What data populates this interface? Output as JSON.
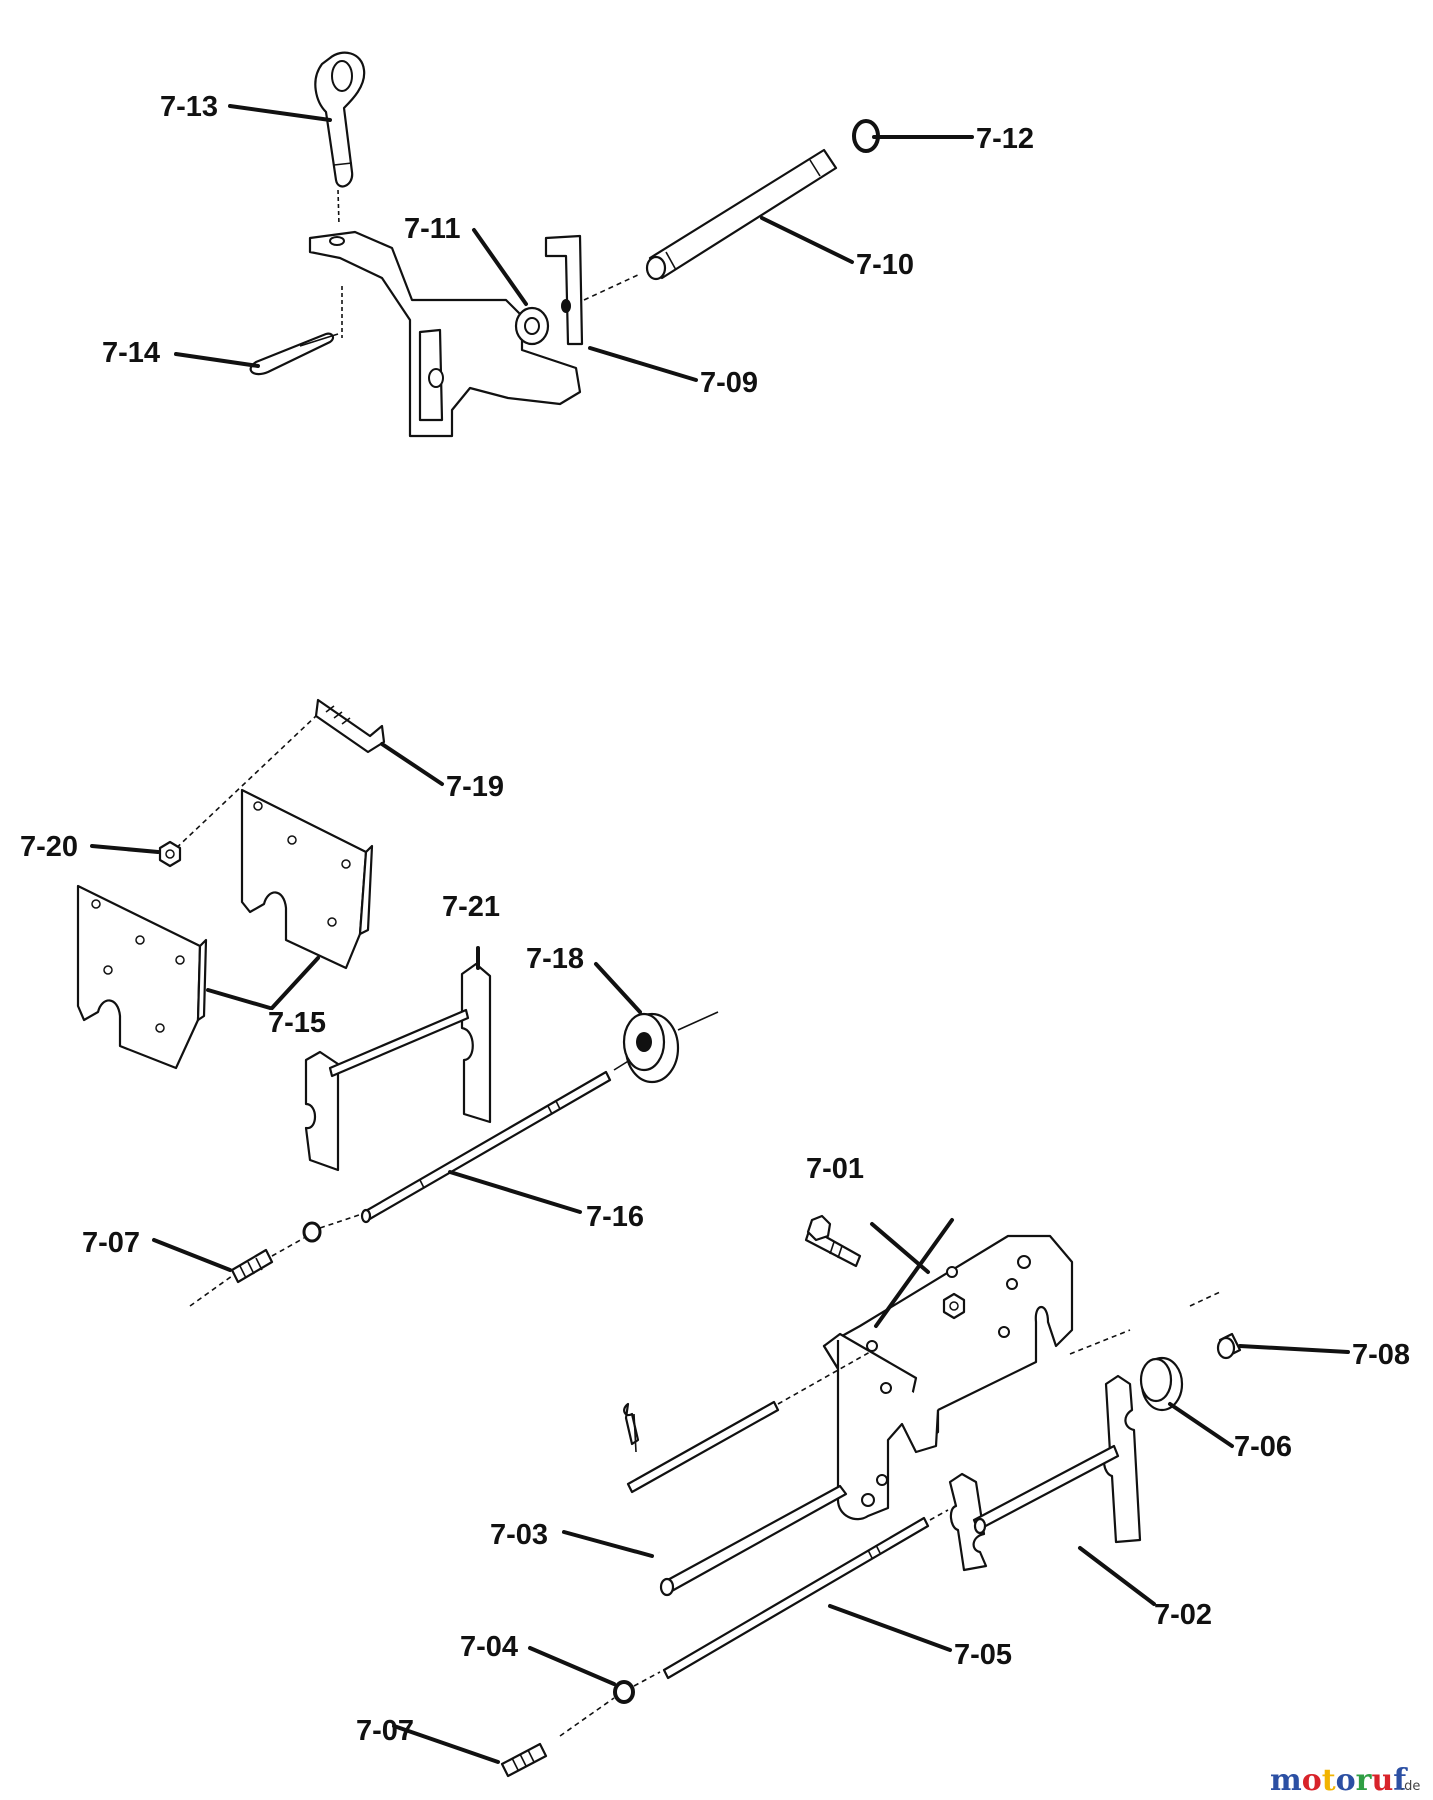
{
  "labels": {
    "p7_13": "7-13",
    "p7_12": "7-12",
    "p7_11": "7-11",
    "p7_10": "7-10",
    "p7_14": "7-14",
    "p7_09": "7-09",
    "p7_19": "7-19",
    "p7_20": "7-20",
    "p7_21": "7-21",
    "p7_18": "7-18",
    "p7_15": "7-15",
    "p7_16": "7-16",
    "p7_07a": "7-07",
    "p7_01": "7-01",
    "p7_08": "7-08",
    "p7_06": "7-06",
    "p7_03": "7-03",
    "p7_02": "7-02",
    "p7_04": "7-04",
    "p7_05": "7-05",
    "p7_07b": "7-07"
  },
  "watermark": {
    "letters": [
      "m",
      "o",
      "t",
      "o",
      "r",
      "u",
      "f"
    ],
    "colors": [
      "#2b4fa3",
      "#d8232a",
      "#f2b400",
      "#2b4fa3",
      "#2f9e44",
      "#d8232a",
      "#2b4fa3"
    ],
    "suffix": ".de"
  }
}
